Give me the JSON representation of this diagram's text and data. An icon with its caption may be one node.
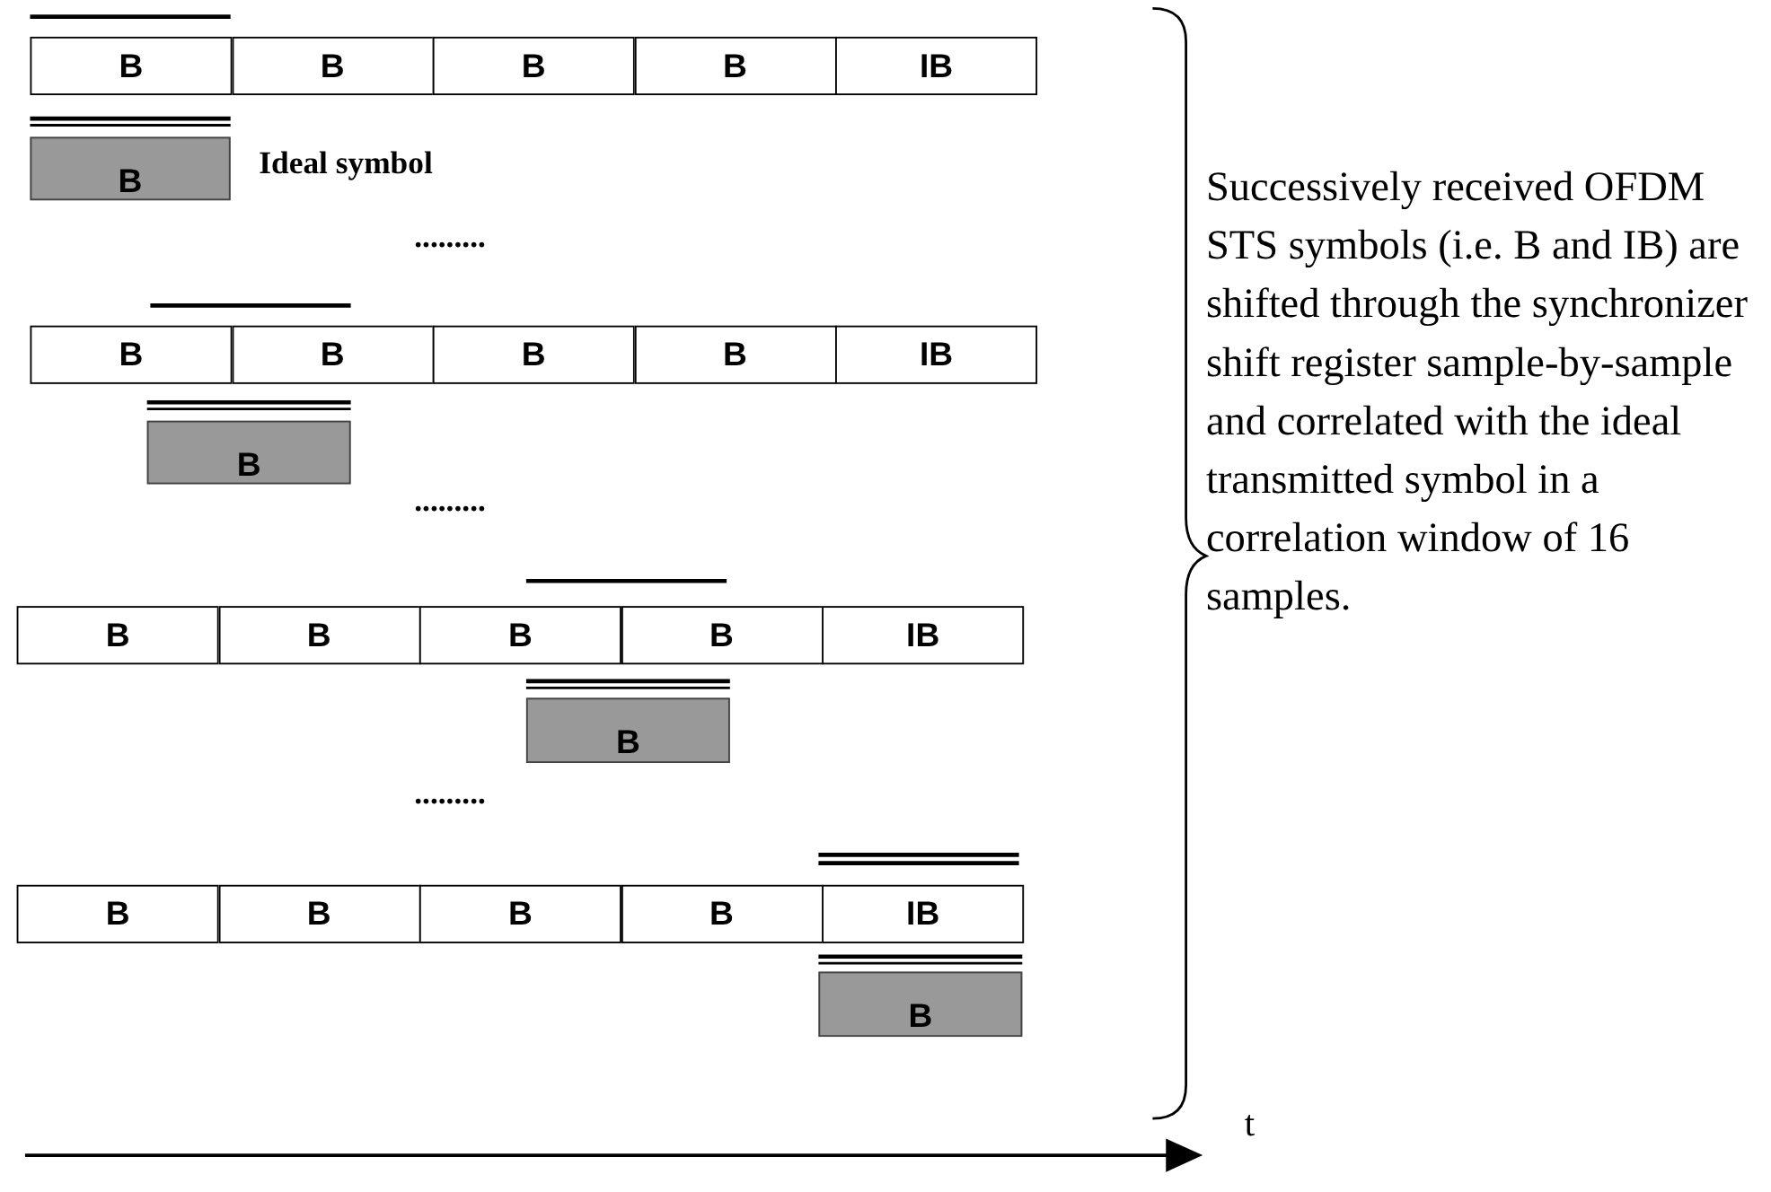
{
  "diagram": {
    "nodes": [
      {
        "text": [
          "B"
        ]
      },
      {
        "text": [
          "B"
        ]
      },
      {
        "text": [
          "B"
        ]
      },
      {
        "text": [
          "B"
        ]
      },
      {
        "text": [
          "IB"
        ]
      },
      {
        "text": [
          "B"
        ]
      },
      {
        "text": [
          "B"
        ]
      },
      {
        "text": [
          "B"
        ]
      },
      {
        "text": [
          "B"
        ]
      },
      {
        "text": [
          "B"
        ]
      },
      {
        "text": [
          "IB"
        ]
      },
      {
        "text": [
          "B"
        ]
      },
      {
        "text": [
          "B"
        ]
      },
      {
        "text": [
          "B"
        ]
      },
      {
        "text": [
          "B"
        ]
      },
      {
        "text": [
          "B"
        ]
      },
      {
        "text": [
          "IB"
        ]
      },
      {
        "text": [
          "B"
        ]
      },
      {
        "text": [
          "B"
        ]
      },
      {
        "text": [
          "B"
        ]
      },
      {
        "text": [
          "B"
        ]
      },
      {
        "text": [
          "B"
        ]
      },
      {
        "text": [
          "IB"
        ]
      },
      {
        "text": [
          "B"
        ]
      }
    ],
    "edges": [],
    "labels": [
      "Ideal symbol",
      ".........",
      ".........",
      ".........",
      "Successively received OFDM STS symbols (i.e. B and IB) are shifted through the synchronizer shift register sample-by-sample and correlated with the ideal transmitted symbol in a correlation window of 16 samples.",
      "t"
    ]
  }
}
